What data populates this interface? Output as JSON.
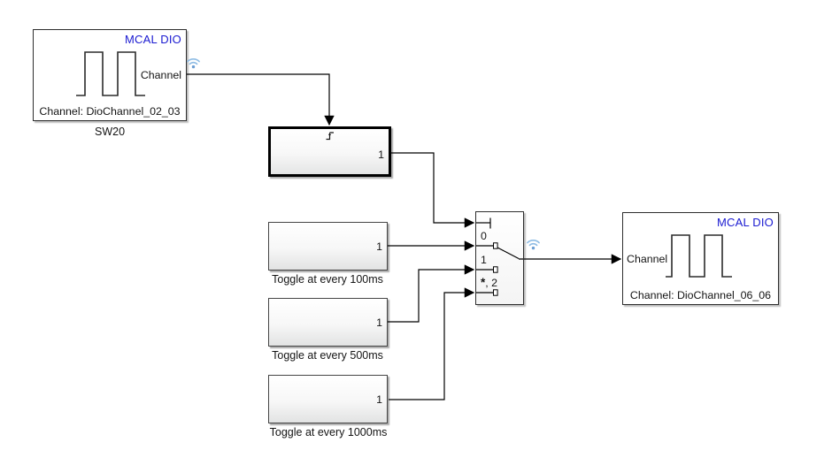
{
  "colors": {
    "mask_blue": "#1a1ad1",
    "badge_blue": "#8fbce4",
    "badge_dot": "#6d9fd4",
    "wire": "#000000"
  },
  "blocks": {
    "sw20": {
      "title": "MCAL DIO",
      "out_port": "Channel",
      "param_text": "Channel: DioChannel_02_03",
      "label": "SW20"
    },
    "triggered_subsystem": {
      "out_port": "1"
    },
    "toggle_100ms": {
      "out_port": "1",
      "label": "Toggle at every 100ms"
    },
    "toggle_500ms": {
      "out_port": "1",
      "label": "Toggle at every 500ms"
    },
    "toggle_1000ms": {
      "out_port": "1",
      "label": "Toggle at every 1000ms"
    },
    "multiport_switch": {
      "port_0": "0",
      "port_1": "1",
      "port_default_star": "*",
      "port_default_rest": ", 2"
    },
    "mcal_dio_out": {
      "title": "MCAL DIO",
      "in_port": "Channel",
      "param_text": "Channel: DioChannel_06_06"
    }
  }
}
